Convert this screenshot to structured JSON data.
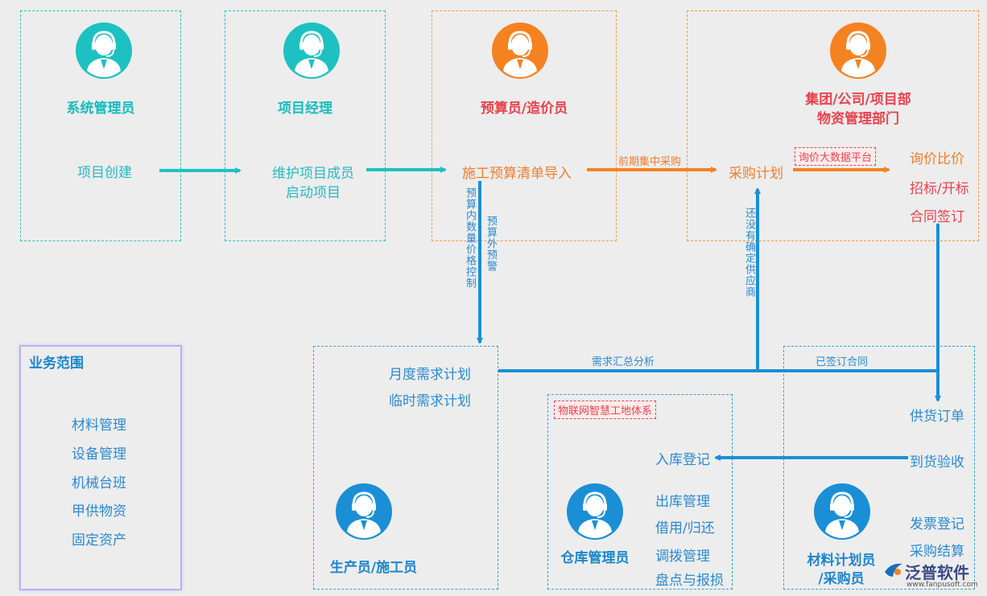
{
  "colors": {
    "teal": "#1dc1c1",
    "orange": "#f58220",
    "blue": "#1a8fd6",
    "red": "#e8434e",
    "purple_border": "#b7b2ee"
  },
  "roles": {
    "sysadmin": {
      "title": "系统管理员",
      "icon": "person-headset-icon"
    },
    "pm": {
      "title": "项目经理",
      "icon": "person-headset-icon"
    },
    "budget": {
      "title": "预算员/造价员",
      "icon": "person-headset-icon"
    },
    "group_line1": "集团/公司/项目部",
    "group_line2": "物资管理部门",
    "producer": {
      "title": "生产员/施工员",
      "icon": "person-headset-icon"
    },
    "warehouse": {
      "title": "仓库管理员",
      "icon": "person-headset-icon"
    },
    "planner_line1": "材料计划员",
    "planner_line2": "/采购员"
  },
  "steps": {
    "create_project": "项目创建",
    "maintain_members": "维护项目成员",
    "start_project": "启动项目",
    "budget_import": "施工预算清单导入",
    "purchase_plan": "采购计划",
    "inquiry_compare": "询价比价",
    "bid": "招标/开标",
    "contract_sign": "合同签订",
    "monthly_plan": "月度需求计划",
    "temp_plan": "临时需求计划",
    "supply_order": "供货订单",
    "arrival_check": "到货验收",
    "stock_in": "入库登记",
    "stock_out": "出库管理",
    "borrow_return": "借用/归还",
    "transfer": "调拨管理",
    "inventory_loss": "盘点与报损",
    "invoice": "发票登记",
    "settlement": "采购结算"
  },
  "edges": {
    "early_central": "前期集中采购",
    "inquiry_platform": "询价大数据平台",
    "in_budget_control": "预算内数量价格控制",
    "over_budget_warn": "预算外预警",
    "no_supplier": "还没有确定供应商",
    "demand_summary": "需求汇总分析",
    "signed_contract": "已签订合同",
    "iot_site": "物联网智慧工地体系"
  },
  "scope": {
    "title": "业务范围",
    "items": [
      "材料管理",
      "设备管理",
      "机械台班",
      "甲供物资",
      "固定资产"
    ]
  },
  "watermark": {
    "brand": "泛普软件",
    "url": "www.fanpusoft.com"
  }
}
